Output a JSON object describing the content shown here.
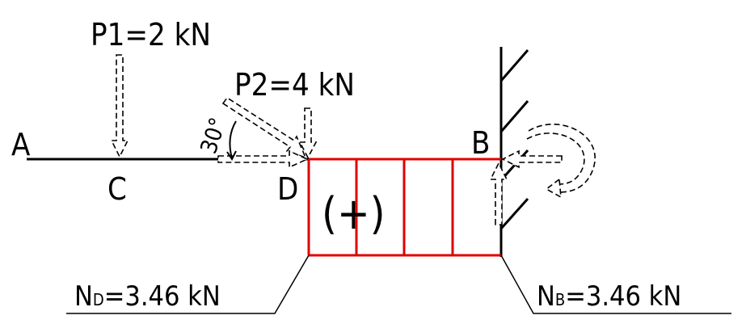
{
  "points": {
    "A": "A",
    "B": "B",
    "C": "C",
    "D": "D"
  },
  "loads": {
    "p1": "P1=2 kN",
    "p2": "P2=4 kN",
    "angle": "30°"
  },
  "diagram": {
    "sign": "(+)"
  },
  "results": {
    "nd_main": "N",
    "nd_sub": "D",
    "nd_value": "=3.46 kN",
    "nb_main": "N",
    "nb_sub": "B",
    "nb_value": "=3.46 kN"
  },
  "colors": {
    "beam": "#000000",
    "force_diagram": "#e00000",
    "background": "#ffffff"
  }
}
